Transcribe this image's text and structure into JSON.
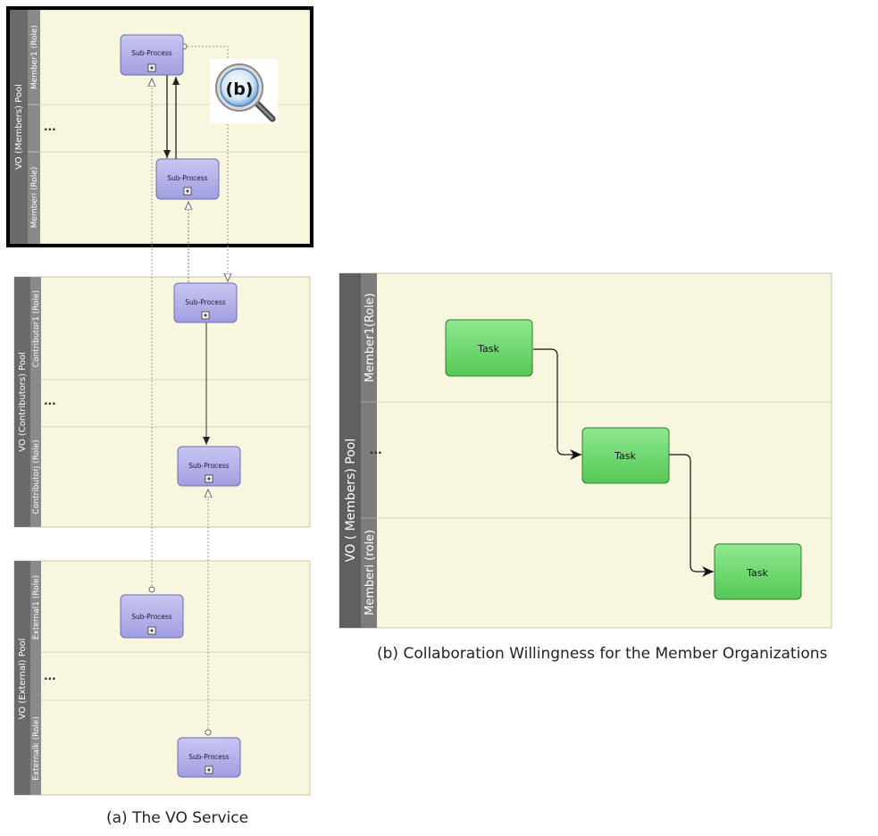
{
  "figure_a": {
    "caption": "(a) The VO Service",
    "zoom_badge_label": "(b)",
    "pools": [
      {
        "title": "VO (Members) Pool",
        "lanes": [
          "Member1 (Role)",
          "...",
          "Memberi (Role)"
        ],
        "subprocess_labels": [
          "Sub-Process",
          "Sub-Process"
        ]
      },
      {
        "title": "VO (Contributors) Pool",
        "lanes": [
          "Contributor1 (Role)",
          "...",
          "Contributorj (Role)"
        ],
        "subprocess_labels": [
          "Sub-Process",
          "Sub-Process"
        ]
      },
      {
        "title": "VO (External) Pool",
        "lanes": [
          "External1 (Role)",
          "...",
          "Externalk (Role)"
        ],
        "subprocess_labels": [
          "Sub-Process",
          "Sub-Process"
        ]
      }
    ]
  },
  "figure_b": {
    "caption": "(b) Collaboration Willingness for the Member Organizations",
    "pool_title": "VO ( Members) Pool",
    "lanes": [
      "Member1(Role)",
      "...",
      "Memberi (role)"
    ],
    "task_labels": [
      "Task",
      "Task",
      "Task"
    ]
  }
}
